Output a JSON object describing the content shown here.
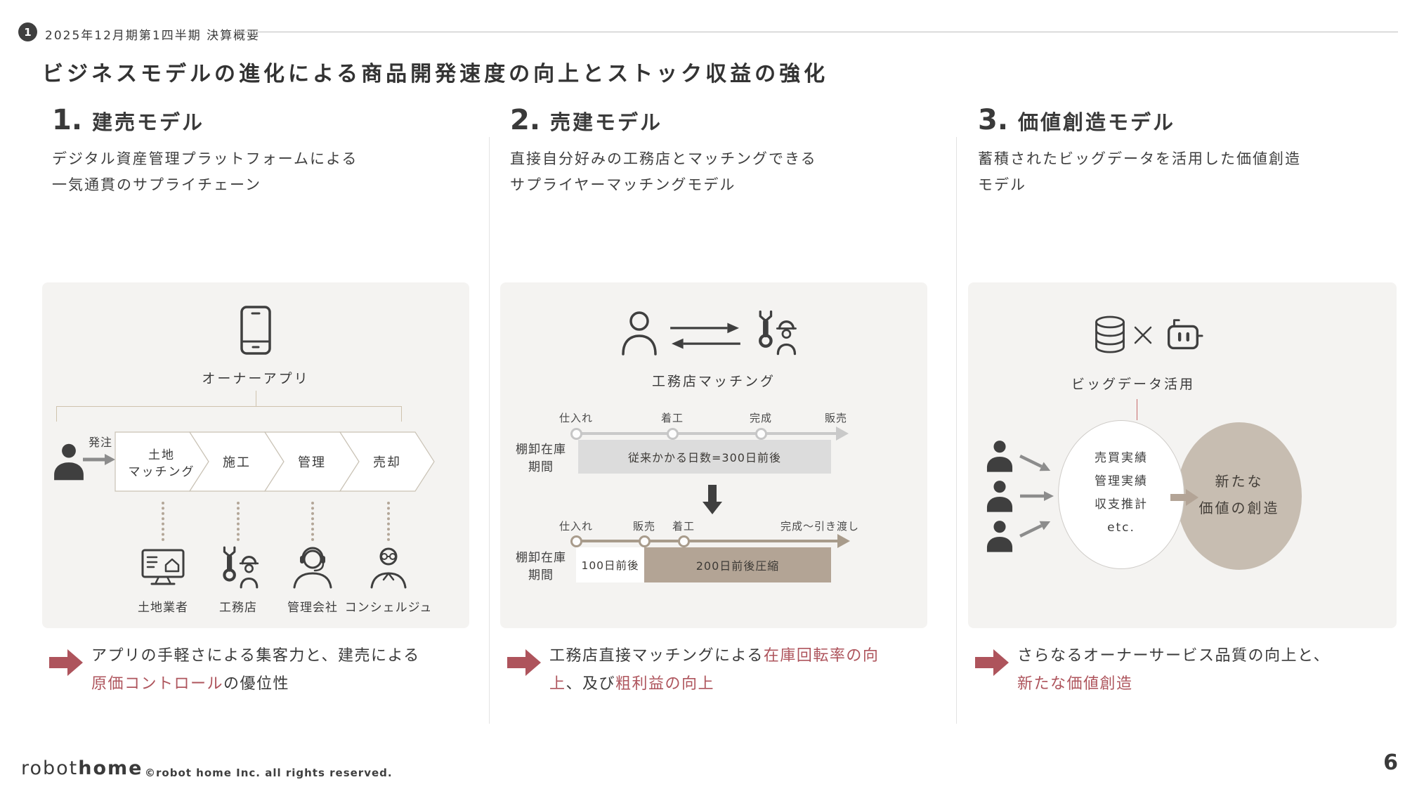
{
  "colors": {
    "accent": "#ae545c",
    "tan_bar": "#b3a495",
    "tan_circle": "#c7bdb1",
    "panel_bg": "#f4f3f1",
    "dark": "#3f3f3f"
  },
  "header": {
    "badge": "1",
    "label": "2025年12月期第1四半期 決算概要"
  },
  "title": "ビジネスモデルの進化による商品開発速度の向上とストック収益の強化",
  "columns": [
    {
      "number": "1.",
      "name": "建売モデル",
      "description_lines": [
        "デジタル資産管理プラットフォームによる",
        "一気通貫のサプライチェーン"
      ],
      "panel": {
        "app_label": "オーナーアプリ",
        "order_label": "発注",
        "steps": [
          {
            "line1": "土地",
            "line2": "マッチング"
          },
          {
            "line1": "施工"
          },
          {
            "line1": "管理"
          },
          {
            "line1": "売却"
          }
        ],
        "partners": [
          "土地業者",
          "工務店",
          "管理会社",
          "コンシェルジュ"
        ]
      },
      "takeaway": [
        {
          "text": "アプリの手軽さによる集客力と、建売による",
          "em": false
        },
        {
          "text": "原価コントロール",
          "em": true
        },
        {
          "text": "の優位性",
          "em": false
        }
      ]
    },
    {
      "number": "2.",
      "name": "売建モデル",
      "description_lines": [
        "直接自分好みの工務店とマッチングできる",
        "サプライヤーマッチングモデル"
      ],
      "panel": {
        "matching_label": "工務店マッチング",
        "timeline_old": {
          "side_label_1": "棚卸在庫",
          "side_label_2": "期間",
          "milestones": [
            "仕入れ",
            "着工",
            "完成",
            "販売"
          ],
          "bar_label": "従来かかる日数=300日前後"
        },
        "timeline_new": {
          "side_label_1": "棚卸在庫",
          "side_label_2": "期間",
          "milestones": [
            "仕入れ",
            "販売",
            "着工",
            "完成〜引き渡し"
          ],
          "bar1_label": "100日前後",
          "bar2_label": "200日前後圧縮"
        }
      },
      "takeaway": [
        {
          "text": "工務店直接マッチングによる",
          "em": false
        },
        {
          "text": "在庫回転率の向上",
          "em": true
        },
        {
          "text": "、及び",
          "em": false
        },
        {
          "text": "粗利益の向上",
          "em": true
        }
      ]
    },
    {
      "number": "3.",
      "name": "価値創造モデル",
      "description_lines": [
        "蓄積されたビッグデータを活用した価値創造",
        "モデル"
      ],
      "panel": {
        "bigdata_label": "ビッグデータ活用",
        "data_items": [
          "売買実績",
          "管理実績",
          "収支推計",
          "etc."
        ],
        "result_line1": "新たな",
        "result_line2": "価値の創造"
      },
      "takeaway": [
        {
          "text": "さらなるオーナーサービス品質の向上と、",
          "em": false
        },
        {
          "text": "新たな価値創造",
          "em": true
        }
      ]
    }
  ],
  "footer": {
    "logo_light": "robot",
    "logo_bold": "home",
    "copyright": "©robot home Inc. all rights reserved.",
    "page": "6"
  }
}
